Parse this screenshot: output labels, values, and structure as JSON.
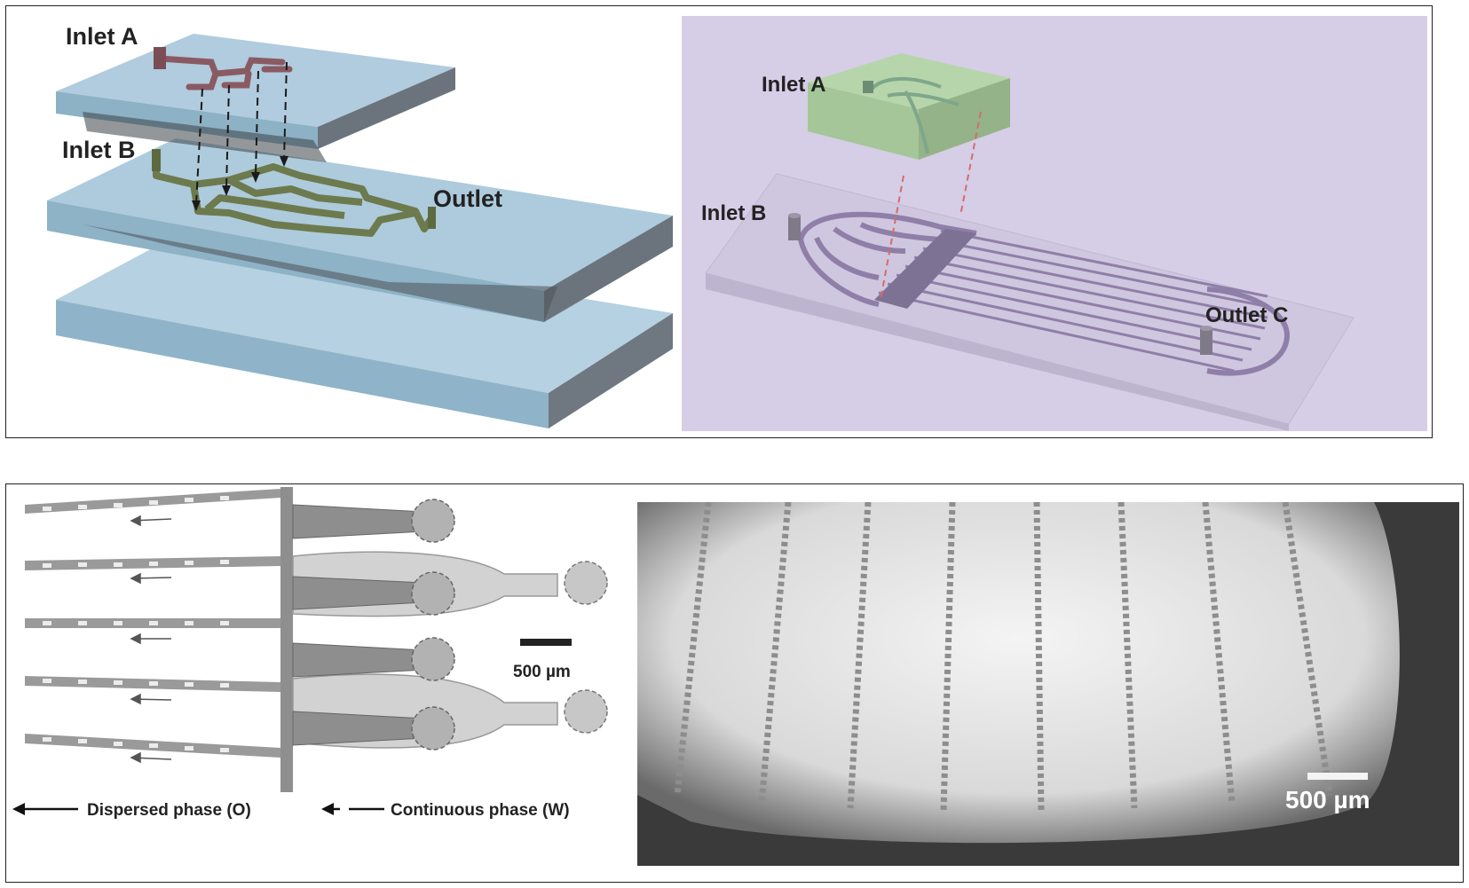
{
  "panel_top_left": {
    "labels": {
      "inlet_a": "Inlet A",
      "inlet_b": "Inlet B",
      "outlet": "Outlet"
    }
  },
  "panel_top_right": {
    "labels": {
      "inlet_a": "Inlet A",
      "inlet_b": "Inlet B",
      "outlet_c": "Outlet C"
    }
  },
  "panel_bottom_left": {
    "scale_bar": "500 µm",
    "legend": {
      "dispersed": "Dispersed phase (O)",
      "continuous": "Continuous phase (W)"
    }
  },
  "panel_bottom_right": {
    "scale_bar": "500 µm"
  },
  "colors": {
    "glass": "#9fc4d8",
    "channel_a": "#8a5a63",
    "channel_b": "#6d7a4e",
    "purple_bg": "#d8d0e6",
    "green_chip": "#b6d3a9"
  }
}
